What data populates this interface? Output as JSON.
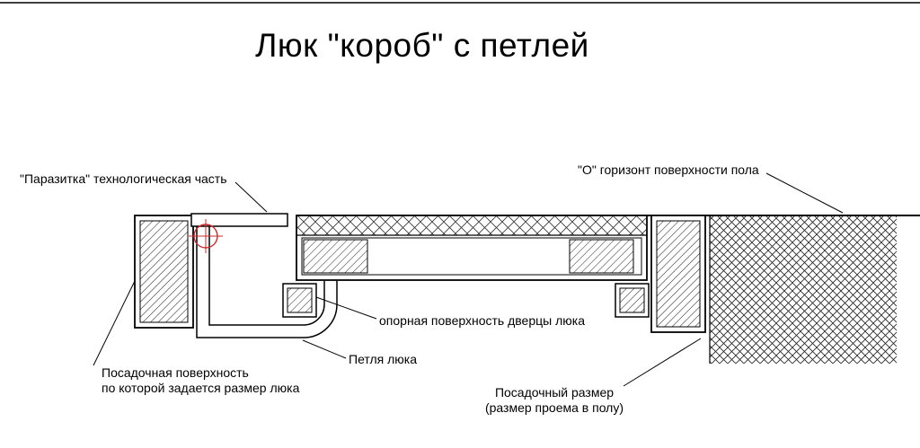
{
  "title": "Люк \"короб\" с петлей",
  "labels": {
    "parazitka": "\"Паразитка\" технологическая часть",
    "horizon": "\"О\" горизонт поверхности пола",
    "support": "опорная поверхность дверцы люка",
    "hinge": "Петля люка",
    "seating_line1": "Посадочная поверхность",
    "seating_line2": "по которой задается размер люка",
    "size_line1": "Посадочный размер",
    "size_line2": "(размер проема в полу)"
  },
  "colors": {
    "line": "#000000",
    "marker": "#cc2a2a",
    "background": "#ffffff"
  }
}
